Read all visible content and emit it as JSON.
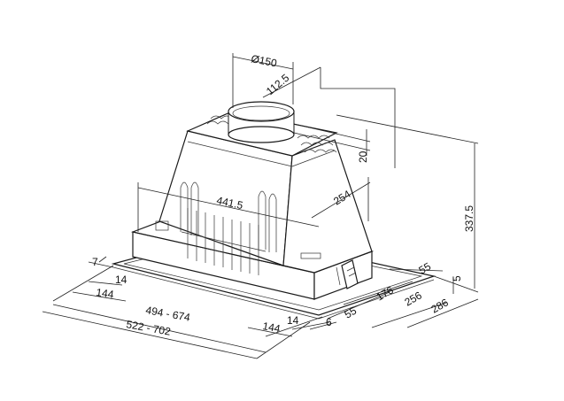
{
  "drawing": {
    "title": "Built-in cooker hood dimension drawing",
    "dimensions": {
      "duct_diameter": "Ø150",
      "duct_offset": "112.5",
      "duct_height": "20",
      "total_height": "337.5",
      "body_width": "441.5",
      "body_depth": "254",
      "flange_thickness": "7",
      "left_margin_14": "14",
      "left_margin_144": "144",
      "inner_width_range": "494 - 674",
      "outer_width_range": "522 - 702",
      "front_144": "144",
      "front_14": "14",
      "front_6": "6",
      "side_55_front": "55",
      "side_176": "176",
      "side_256": "256",
      "side_286": "286",
      "side_55_back": "55",
      "side_5": "5"
    }
  }
}
